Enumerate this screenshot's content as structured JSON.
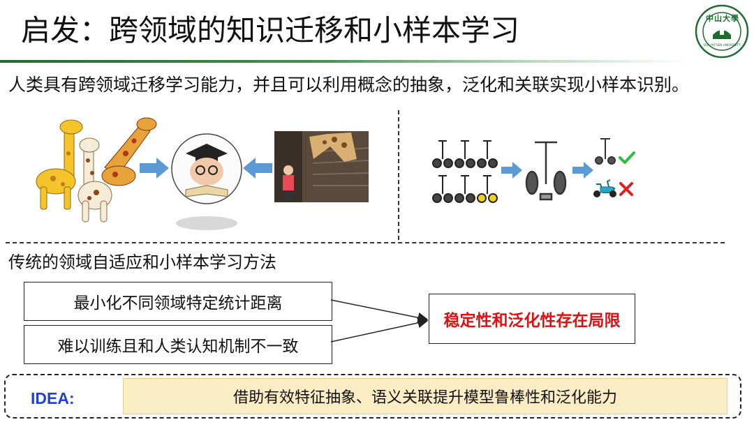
{
  "title": "启发：跨领域的知识迁移和小样本学习",
  "subtitle": "人类具有跨领域迁移学习能力，并且可以利用概念的抽象，泛化和关联实现小样本识别。",
  "logo": {
    "icon": "sysu-logo-seal",
    "text_top": "中山大學",
    "text_ring": "SUN YAT-SEN UNIVERSITY"
  },
  "figure_left": {
    "items": [
      "giraffe-toys-image",
      "baby-reading-image",
      "child-and-giraffe-photo"
    ],
    "arrows": [
      "right-arrow-icon",
      "left-arrow-icon"
    ]
  },
  "figure_right": {
    "items": [
      "segway-grid-image",
      "segway-generic-image",
      "segway-candidate-image",
      "scooter-candidate-image"
    ],
    "marks": {
      "accept": "check-icon",
      "reject": "cross-icon",
      "accept_color": "#2fbf3a",
      "reject_color": "#e02020"
    }
  },
  "section_title": "传统的领域自适应和小样本学习方法",
  "methods": [
    "最小化不同领域特定统计距离",
    "难以训练且和人类认知机制不一致"
  ],
  "result": "稳定性和泛化性存在局限",
  "idea": {
    "label": "IDEA:",
    "text": "借助有效特征抽象、语义关联提升模型鲁棒性和泛化能力"
  },
  "colors": {
    "title_rule": "#1e6b2e",
    "result_text": "#e01010",
    "idea_label": "#1f3fd8",
    "idea_bg": "#fbedc3",
    "arrow_blue": "#5b9bd5"
  }
}
